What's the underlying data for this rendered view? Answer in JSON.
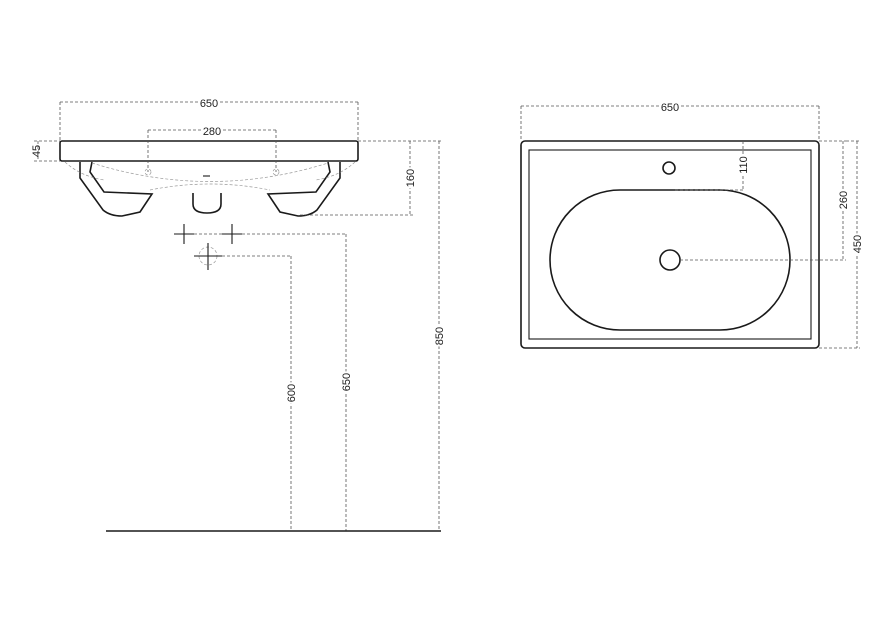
{
  "side_view": {
    "dims": {
      "overall_width": "650",
      "tap_spacing": "280",
      "rim_thickness": "45",
      "bowl_depth": "160",
      "total_height": "850",
      "inlet_height": "600",
      "drain_height": "650"
    }
  },
  "top_view": {
    "dims": {
      "overall_width": "650",
      "tap_hole_offset": "110",
      "drain_offset": "260",
      "overall_depth": "450"
    }
  }
}
